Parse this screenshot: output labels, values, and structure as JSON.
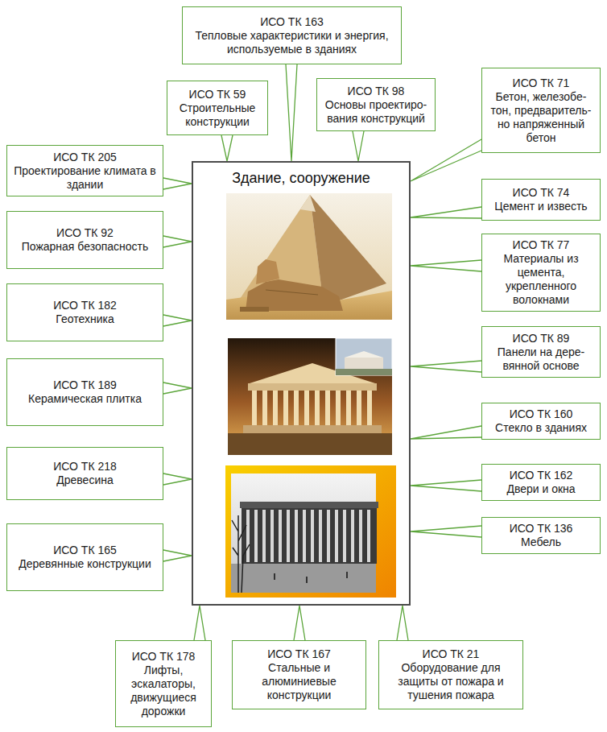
{
  "diagram": {
    "nodes": [
      {
        "text": [
          "Здание, сооружение"
        ]
      },
      {
        "text": [
          "ИСО ТК 163",
          "Тепловые характеристики и энергия, используемые в зданиях"
        ]
      },
      {
        "text": [
          "ИСО ТК 59",
          "Строительные конструкции"
        ]
      },
      {
        "text": [
          "ИСО ТК 98",
          "Основы проектиро- вания конструкций"
        ]
      },
      {
        "text": [
          "ИСО ТК 71",
          "Бетон, железобе- тон, предваритель- но напряженный бетон"
        ]
      },
      {
        "text": [
          "ИСО ТК 205",
          "Проектирование климата в здании"
        ]
      },
      {
        "text": [
          "ИСО ТК 92",
          "Пожарная безопасность"
        ]
      },
      {
        "text": [
          "ИСО ТК 182",
          "Геотехника"
        ]
      },
      {
        "text": [
          "ИСО ТК 189",
          "Керамическая плитка"
        ]
      },
      {
        "text": [
          "ИСО ТК 218",
          "Древесина"
        ]
      },
      {
        "text": [
          "ИСО ТК 165",
          "Деревянные конструкции"
        ]
      },
      {
        "text": [
          "ИСО ТК 74",
          "Цемент и известь"
        ]
      },
      {
        "text": [
          "ИСО ТК 77",
          "Материалы из цемента, укрепленного волокнами"
        ]
      },
      {
        "text": [
          "ИСО ТК 89",
          "Панели на дере- вянной основе"
        ]
      },
      {
        "text": [
          "ИСО ТК 160",
          "Стекло в зданиях"
        ]
      },
      {
        "text": [
          "ИСО ТК 162",
          "Двери и окна"
        ]
      },
      {
        "text": [
          "ИСО ТК 136",
          "Мебель"
        ]
      },
      {
        "text": [
          "ИСО ТК 178",
          "Лифты, эскалаторы, движущиеся дорожки"
        ]
      },
      {
        "text": [
          "ИСО ТК 167",
          "Стальные и алюминиевые конструкции"
        ]
      },
      {
        "text": [
          "ИСО ТК 21",
          "Оборудование для защиты от пожара и тушения пожара"
        ]
      }
    ],
    "edges": [
      {
        "from": 1,
        "to": 0,
        "arrow": "none"
      },
      {
        "from": 2,
        "to": 0,
        "arrow": "none"
      },
      {
        "from": 3,
        "to": 0,
        "arrow": "none"
      },
      {
        "from": 4,
        "to": 0,
        "arrow": "none"
      },
      {
        "from": 5,
        "to": 0,
        "arrow": "none"
      },
      {
        "from": 6,
        "to": 0,
        "arrow": "none"
      },
      {
        "from": 7,
        "to": 0,
        "arrow": "none"
      },
      {
        "from": 8,
        "to": 0,
        "arrow": "none"
      },
      {
        "from": 9,
        "to": 0,
        "arrow": "none"
      },
      {
        "from": 10,
        "to": 0,
        "arrow": "none"
      },
      {
        "from": 11,
        "to": 0,
        "arrow": "none"
      },
      {
        "from": 12,
        "to": 0,
        "arrow": "none"
      },
      {
        "from": 13,
        "to": 0,
        "arrow": "none"
      },
      {
        "from": 14,
        "to": 0,
        "arrow": "none"
      },
      {
        "from": 15,
        "to": 0,
        "arrow": "none"
      },
      {
        "from": 16,
        "to": 0,
        "arrow": "none"
      },
      {
        "from": 17,
        "to": 0,
        "arrow": "none"
      },
      {
        "from": 18,
        "to": 0,
        "arrow": "none"
      },
      {
        "from": 19,
        "to": 0,
        "arrow": "none"
      }
    ]
  }
}
